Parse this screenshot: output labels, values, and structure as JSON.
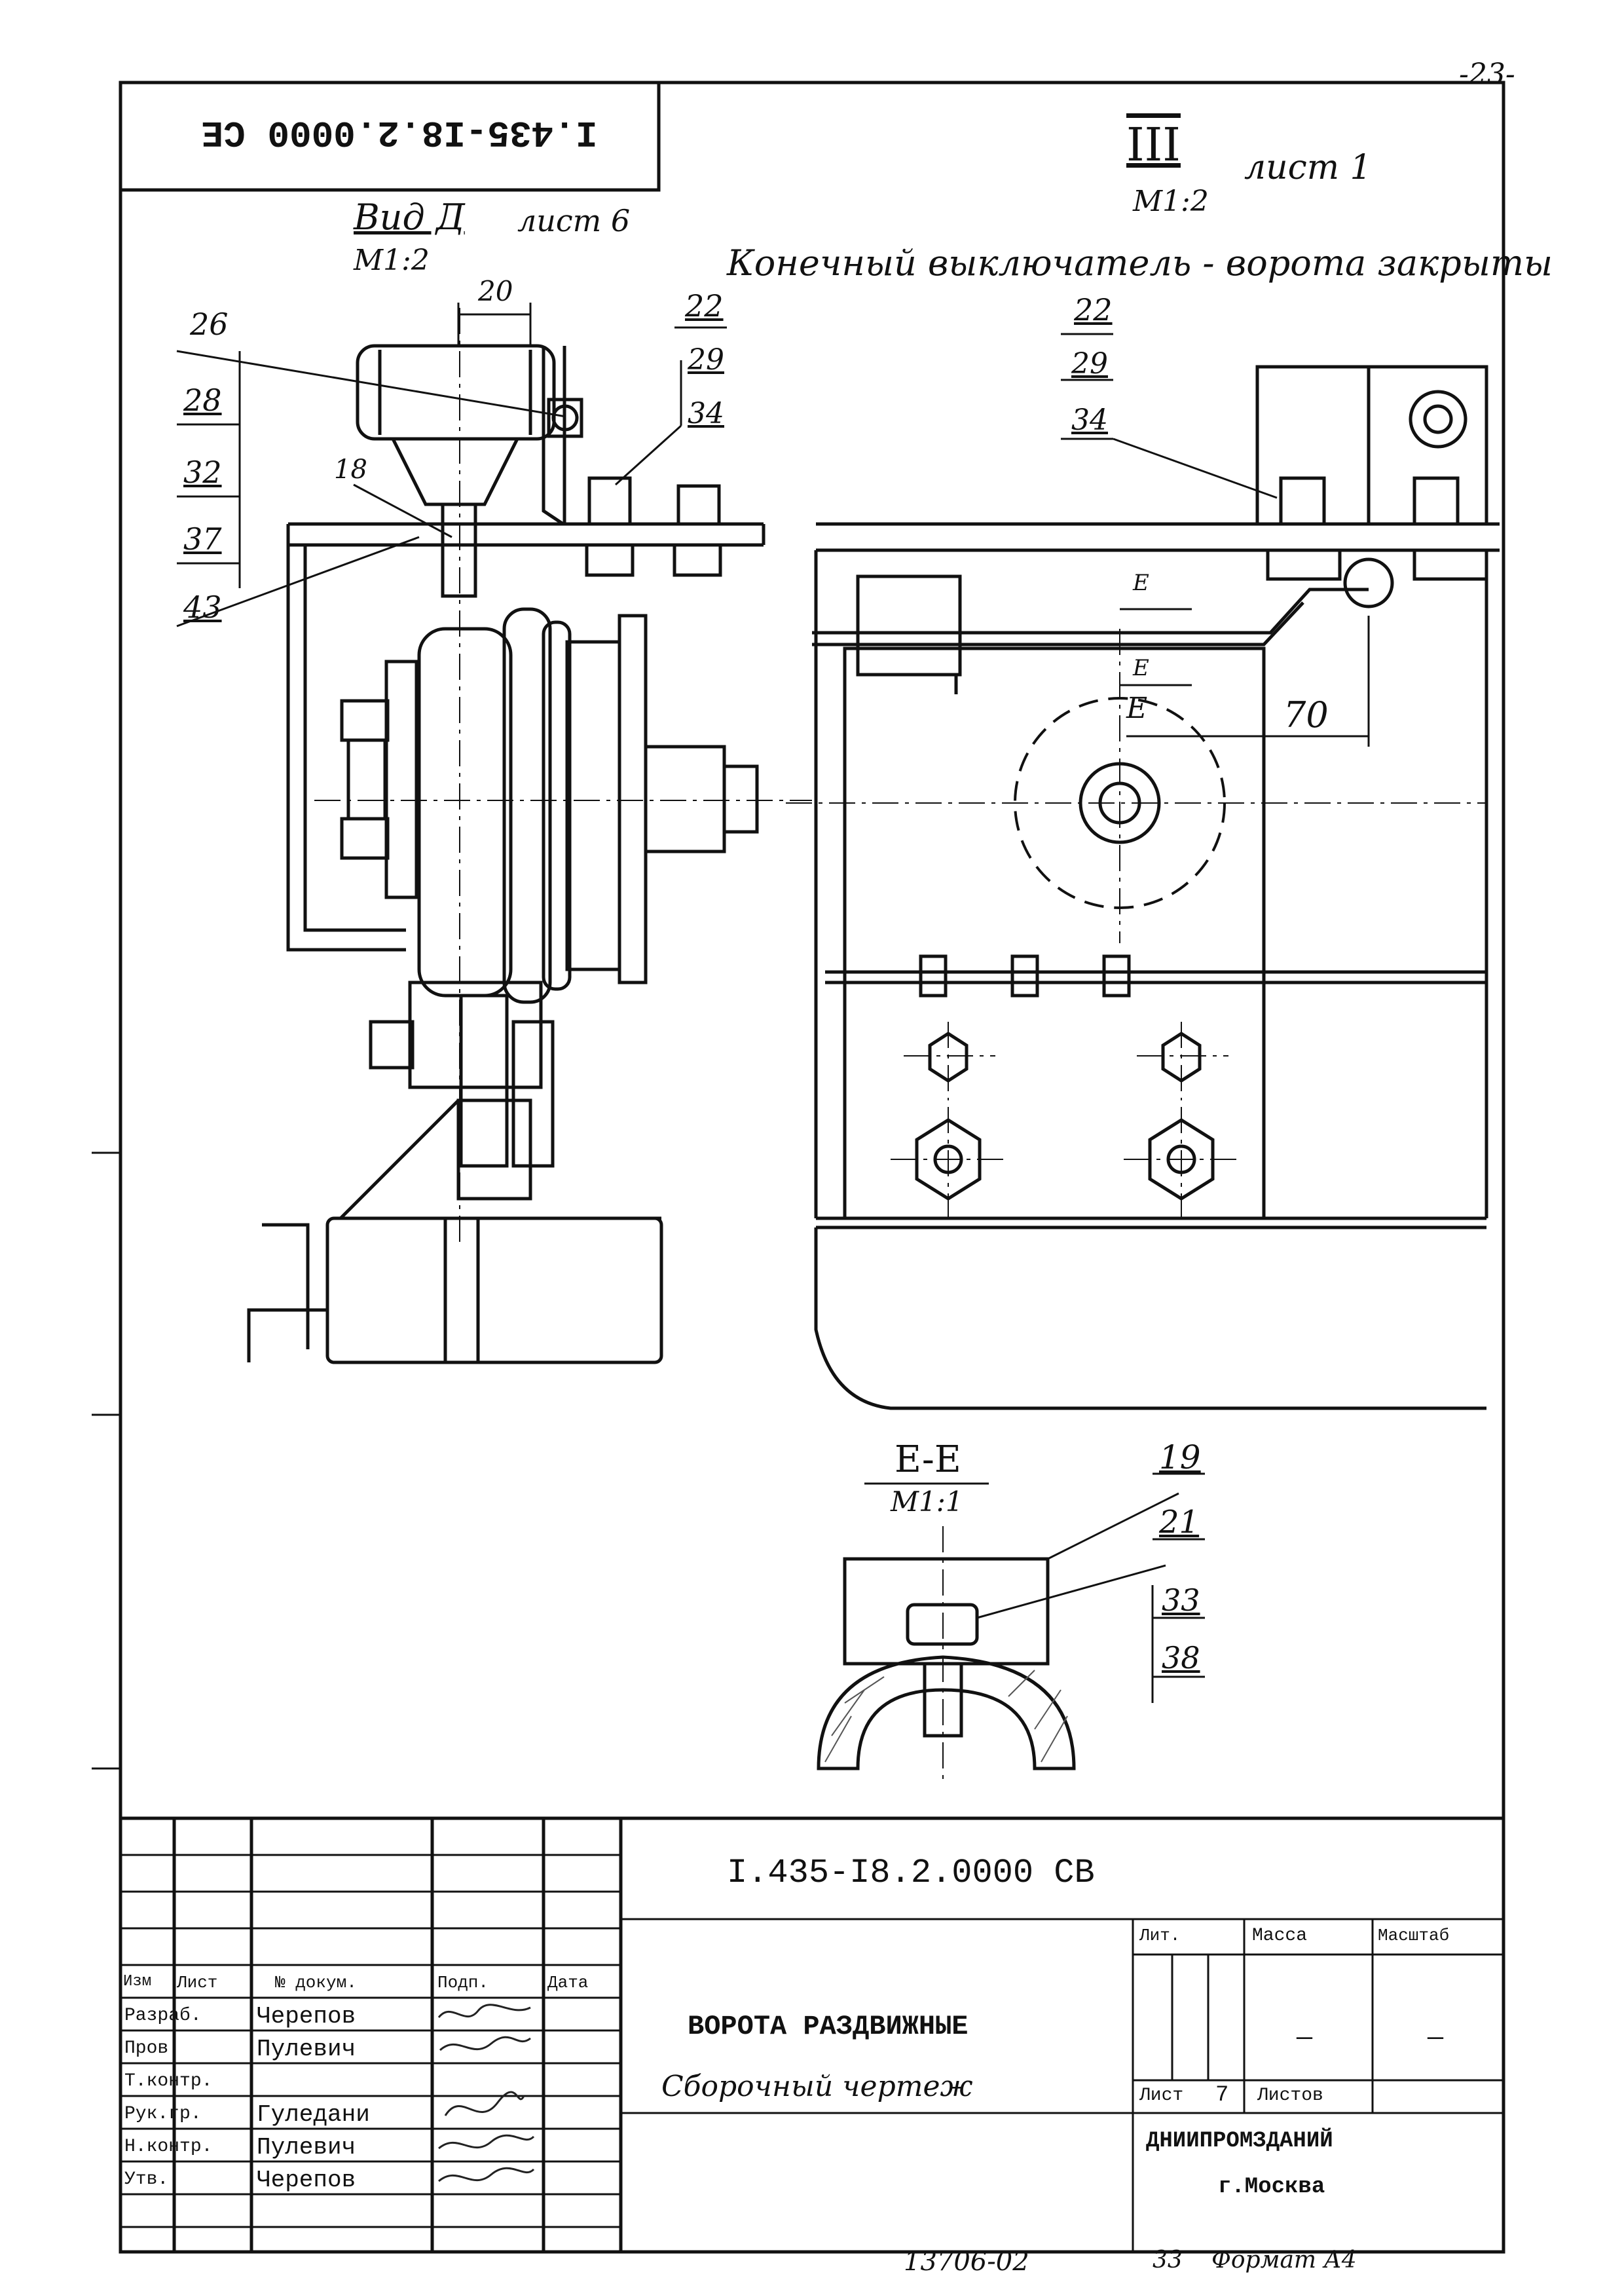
{
  "page_number": "-23-",
  "top_stamp": "I.435-I8.2.0000 CE",
  "view_d": {
    "title": "Вид Д",
    "sheet_ref": "лист 6",
    "scale": "M1:2"
  },
  "view_d_dims": {
    "width_20": "20"
  },
  "view_d_callouts": [
    "26",
    "28",
    "32",
    "37",
    "43",
    "18",
    "22",
    "29",
    "34"
  ],
  "view_iii": {
    "title": "III",
    "sheet_ref": "лист 1",
    "scale": "M1:2",
    "subtitle": "Конечный выключатель - ворота закрыты"
  },
  "view_iii_callouts": [
    "22",
    "29",
    "34"
  ],
  "view_iii_dims": {
    "dim_70": "70",
    "section_mark": "E",
    "section_mark_top": "E",
    "section_mark_mid": "E"
  },
  "section_ee": {
    "title": "E-E",
    "scale": "M1:1",
    "callouts": [
      "19",
      "21",
      "33",
      "38"
    ]
  },
  "title_block": {
    "doc_code": "I.435-I8.2.0000 CB",
    "product_name": "ВОРОТА РАЗДВИЖНЫЕ",
    "doc_type": "Сборочный чертеж",
    "org": "ДНИИПРОМЗДАНИЙ",
    "city": "г.Москва",
    "headers": {
      "izm": "Изм",
      "list": "Лист",
      "doc_no": "№ докум.",
      "sign": "Подп.",
      "date": "Дата"
    },
    "roles": [
      {
        "role": "Разраб.",
        "name": "Черепов"
      },
      {
        "role": "Пров.",
        "name": "Пулевич"
      },
      {
        "role": "Т.контр.",
        "name": ""
      },
      {
        "role": "Рук.гр.",
        "name": "Гуледани"
      },
      {
        "role": "Н.контр.",
        "name": "Пулевич"
      },
      {
        "role": "Утв.",
        "name": "Черепов"
      }
    ],
    "lit_label": "Лит.",
    "mass_label": "Масса",
    "scale_label": "Масштаб",
    "mass_value": "—",
    "scale_value": "—",
    "sheet_label": "Лист",
    "sheet_value": "7",
    "sheets_label": "Листов"
  },
  "footer": {
    "inv_number": "13706-02",
    "format": "Формат А4",
    "copy_mark": "33"
  }
}
